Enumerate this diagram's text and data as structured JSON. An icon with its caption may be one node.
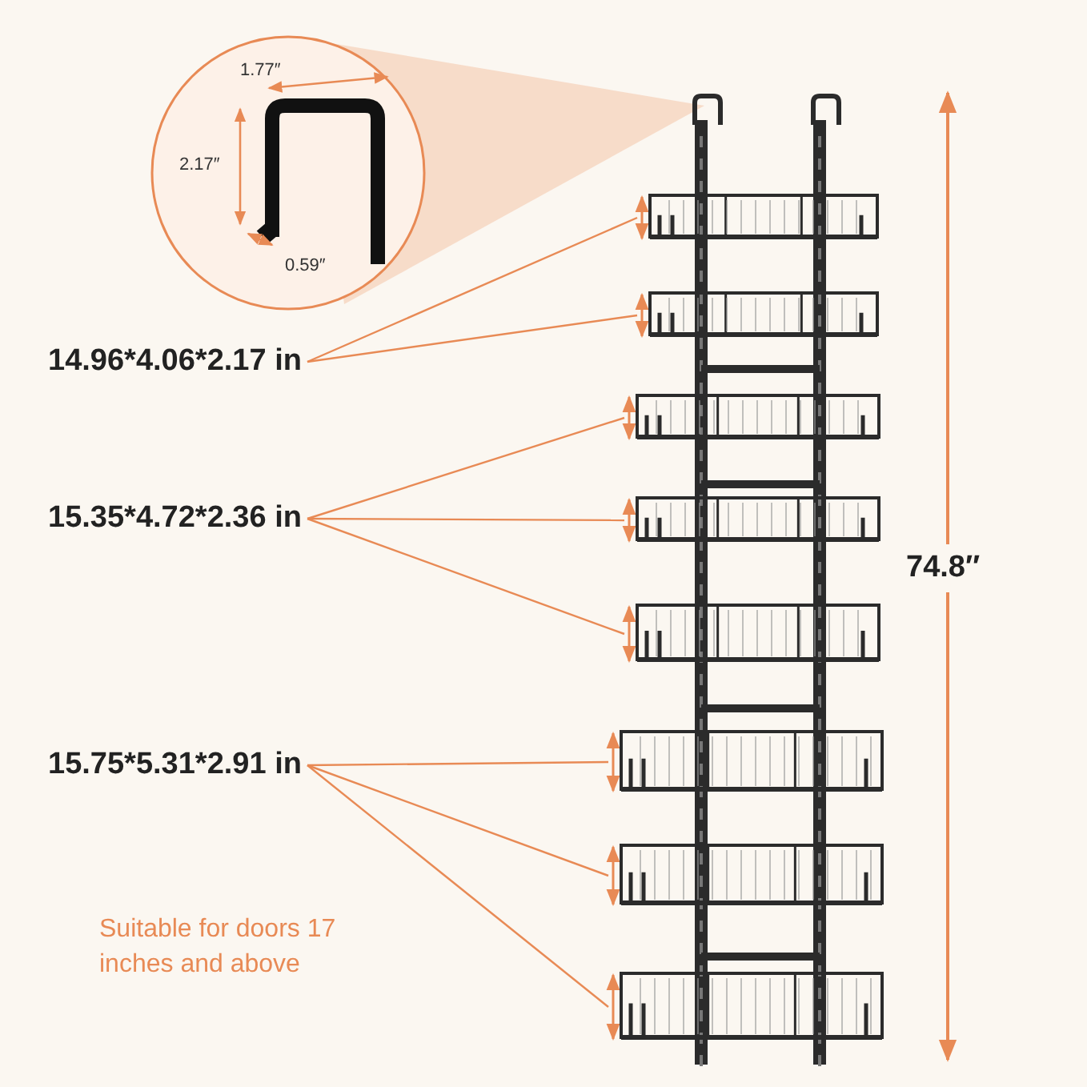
{
  "diagram": {
    "nodes": [
      {
        "text": [
          "14.96*4.06*2.17 in"
        ]
      },
      {
        "text": [
          "15.35*4.72*2.36 in"
        ]
      },
      {
        "text": [
          "15.75*5.31*2.91 in"
        ]
      },
      {
        "text": [],
        "shape": "picture"
      },
      {
        "text": [],
        "shape": "picture"
      },
      {
        "text": [],
        "shape": "picture"
      },
      {
        "text": [],
        "shape": "picture"
      },
      {
        "text": [],
        "shape": "picture"
      },
      {
        "text": [],
        "shape": "picture"
      },
      {
        "text": [],
        "shape": "picture"
      },
      {
        "text": [],
        "shape": "picture"
      }
    ],
    "edges": [
      {
        "from": 0,
        "to": 3,
        "arrow": "none"
      },
      {
        "from": 0,
        "to": 4,
        "arrow": "none"
      },
      {
        "from": 1,
        "to": 5,
        "arrow": "none"
      },
      {
        "from": 1,
        "to": 6,
        "arrow": "none"
      },
      {
        "from": 1,
        "to": 7,
        "arrow": "none"
      },
      {
        "from": 2,
        "to": 8,
        "arrow": "none"
      },
      {
        "from": 2,
        "to": 9,
        "arrow": "none"
      },
      {
        "from": 2,
        "to": 10,
        "arrow": "none"
      }
    ],
    "labels": [
      "1.77″",
      "2.17″",
      "0.59″",
      "74.8″",
      "Suitable for doors 17 inches and above"
    ]
  }
}
